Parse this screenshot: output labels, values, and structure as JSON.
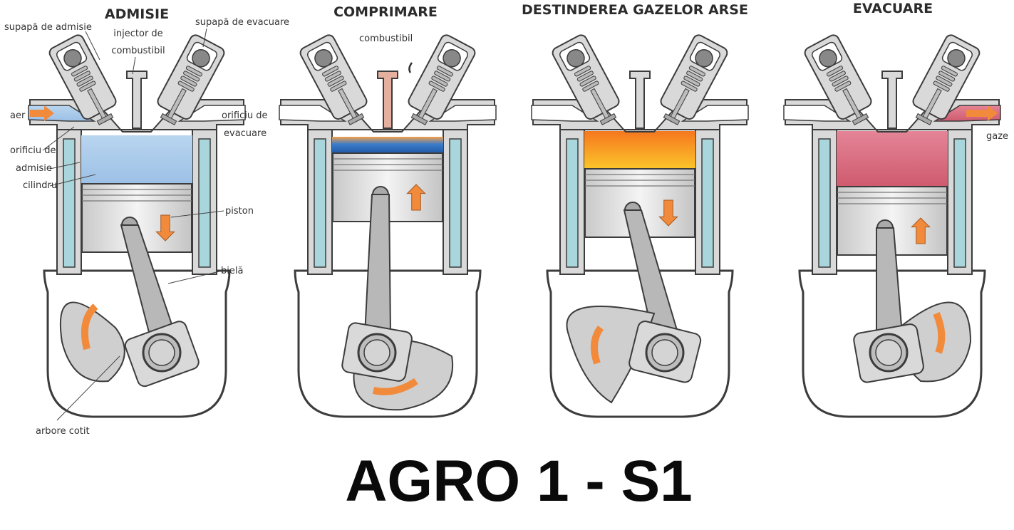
{
  "strokes": [
    {
      "title": "ADMISIE"
    },
    {
      "title": "COMPRIMARE"
    },
    {
      "title": "DESTINDEREA GAZELOR ARSE"
    },
    {
      "title": "EVACUARE"
    }
  ],
  "labels": {
    "intake_valve": "supapă de admisie",
    "injector": "injector de combustibil",
    "injector_line1": "injector de",
    "injector_line2": "combustibil",
    "exhaust_valve": "supapă de evacuare",
    "air": "aer",
    "exhaust_port_line1": "orificiu de",
    "exhaust_port_line2": "evacuare",
    "intake_port_line1": "orificiu de",
    "intake_port_line2": "admisie",
    "cylinder": "cilindru",
    "piston": "piston",
    "rod": "bielă",
    "crankshaft": "arbore cotit",
    "fuel": "combustibil",
    "gases": "gaze"
  },
  "caption": "AGRO 1 - S1",
  "colors": {
    "metal": "#d9d9d9",
    "metal_dark": "#b8b8b8",
    "outline": "#3c3c3c",
    "coolant": "#a9d6dc",
    "air": "#a8c9ea",
    "compressed": "#2f6fc0",
    "combustion": "#f7a21a",
    "exhaust": "#d86a7e",
    "arrow": "#f28a3c"
  }
}
